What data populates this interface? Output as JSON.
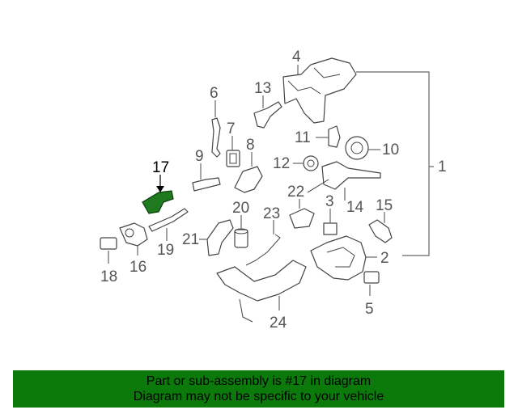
{
  "callouts": [
    "1",
    "2",
    "3",
    "4",
    "5",
    "6",
    "7",
    "8",
    "9",
    "10",
    "11",
    "12",
    "13",
    "14",
    "15",
    "16",
    "17",
    "18",
    "19",
    "20",
    "21",
    "22",
    "23",
    "24"
  ],
  "highlight": {
    "part": "17",
    "color": "#1f7a1f"
  },
  "banner": {
    "line1": "Part or sub-assembly is #17 in diagram",
    "line2": "Diagram may not be specific to your vehicle",
    "color": "#0b7a0b"
  }
}
